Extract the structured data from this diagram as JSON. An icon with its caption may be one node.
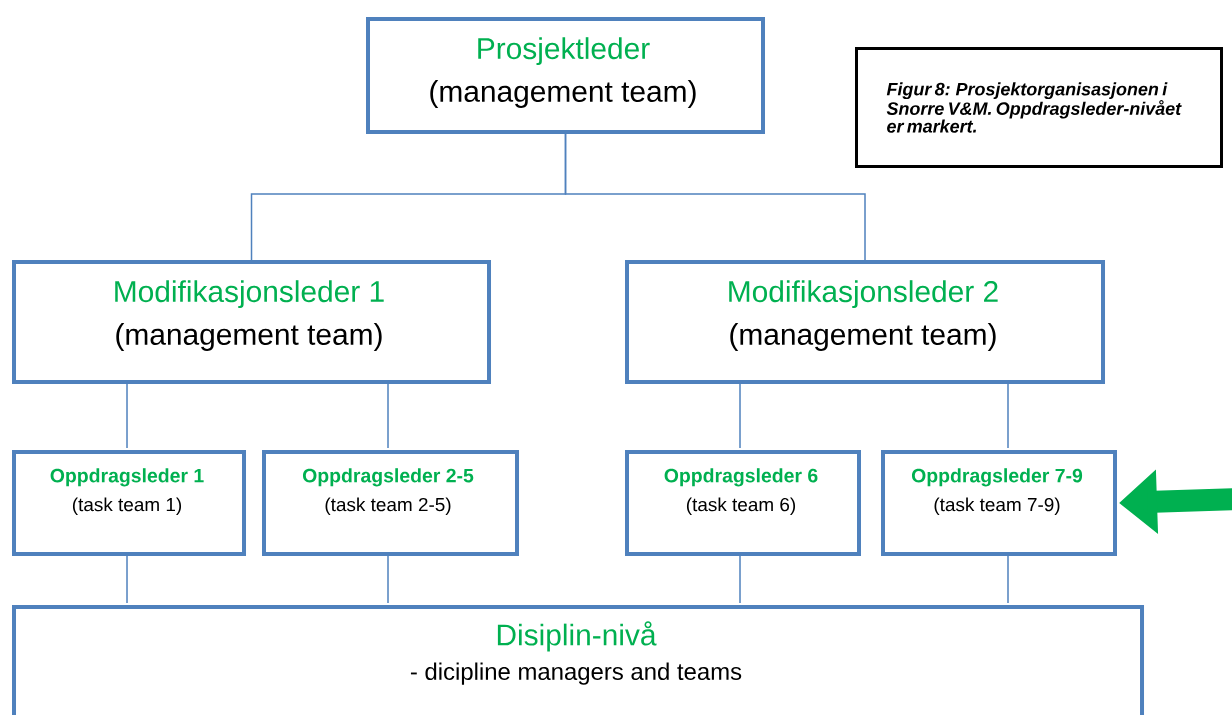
{
  "diagram": {
    "nodes": [
      {
        "text": [
          "Prosjektleder",
          "(management team)"
        ]
      },
      {
        "text": [
          "Modifikasjonsleder 1",
          "(management team)"
        ]
      },
      {
        "text": [
          "Modifikasjonsleder 2",
          "(management team)"
        ]
      },
      {
        "text": [
          "Oppdragsleder 1",
          "(task team 1)"
        ]
      },
      {
        "text": [
          "Oppdragsleder 2-5",
          "(task team 2-5)"
        ]
      },
      {
        "text": [
          "Oppdragsleder 6",
          "(task team 6)"
        ]
      },
      {
        "text": [
          "Oppdragsleder 7-9",
          "(task team 7-9)"
        ]
      },
      {
        "text": [
          "Disiplin-nivå",
          "- dicipline managers and teams"
        ]
      },
      {
        "text": [
          "Figur 8: Prosjektorganisasjonen i Snorre V&M. Oppdragsleder-nivået er markert."
        ]
      }
    ],
    "edges": [
      {
        "from": 0,
        "to": 1,
        "arrow": "none"
      },
      {
        "from": 0,
        "to": 2,
        "arrow": "none"
      },
      {
        "from": 1,
        "to": 3,
        "arrow": "none"
      },
      {
        "from": 1,
        "to": 4,
        "arrow": "none"
      },
      {
        "from": 2,
        "to": 5,
        "arrow": "none"
      },
      {
        "from": 2,
        "to": 6,
        "arrow": "none"
      },
      {
        "from": 3,
        "to": 7,
        "arrow": "none"
      },
      {
        "from": 4,
        "to": 7,
        "arrow": "none"
      },
      {
        "from": 5,
        "to": 7,
        "arrow": "none"
      },
      {
        "from": 6,
        "to": 7,
        "arrow": "none"
      },
      {
        "from": null,
        "to": 6,
        "arrow": "to",
        "style": "thick",
        "color": "#00b050"
      }
    ]
  }
}
